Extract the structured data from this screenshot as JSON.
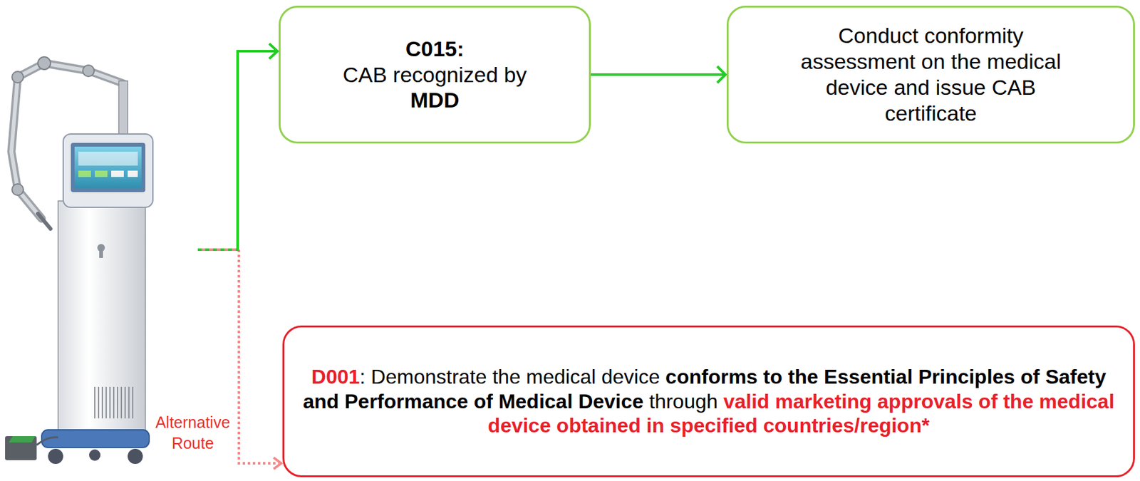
{
  "diagram": {
    "nodes": [
      {
        "text": [
          "C015:",
          "CAB recognized by MDD"
        ]
      },
      {
        "text": [
          "Conduct conformity assessment on the medical device and issue CAB certificate"
        ]
      },
      {
        "text": [
          "D001",
          ": Demonstrate the medical device",
          "conforms to the Essential Principles of Safety and Performance of Medical Device",
          "through",
          "valid marketing approvals of the medical device obtained in specified countries/region*"
        ]
      }
    ],
    "edges": [
      {
        "from": 0,
        "to": 1,
        "arrow": "to"
      }
    ],
    "labels": [
      "Alternative Route"
    ]
  }
}
